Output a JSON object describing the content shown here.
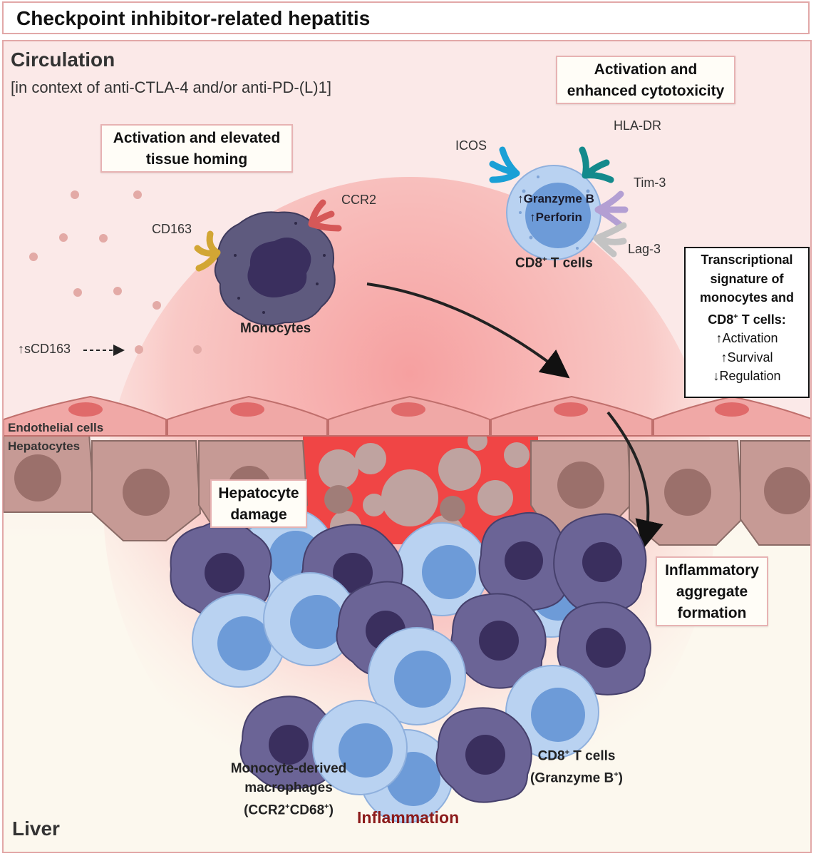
{
  "title": "Checkpoint inhibitor-related hepatitis",
  "circulation": {
    "heading": "Circulation",
    "context": "[in context of anti-CTLA-4 and/or anti-PD-(L)1]"
  },
  "boxes": {
    "tissue_homing": [
      "Activation and elevated",
      "tissue homing"
    ],
    "cytotoxicity": [
      "Activation and",
      "enhanced cytotoxicity"
    ],
    "hepatocyte_damage": [
      "Hepatocyte",
      "damage"
    ],
    "aggregate": [
      "Inflammatory",
      "aggregate",
      "formation"
    ]
  },
  "monocyte": {
    "label": "Monocytes",
    "markers": {
      "cd163": "CD163",
      "ccr2": "CCR2"
    },
    "scd163": "↑sCD163"
  },
  "tcell": {
    "label_main": "CD8",
    "label_sup": "+",
    "label_rest": " T cells",
    "inside": [
      "↑Granzyme B",
      "↑Perforin"
    ],
    "markers": {
      "icos": "ICOS",
      "hla_dr": "HLA-DR",
      "tim3": "Tim-3",
      "lag3": "Lag-3"
    }
  },
  "signature": {
    "title_lines": [
      "Transcriptional",
      "signature of",
      "monocytes and"
    ],
    "title_last_main": "CD8",
    "title_last_sup": "+",
    "title_last_rest": " T cells:",
    "items": [
      "↑Activation",
      "↑Survival",
      "↓Regulation"
    ]
  },
  "tissue": {
    "endothelial": "Endothelial cells",
    "hepatocytes": "Hepatocytes"
  },
  "liver": {
    "heading": "Liver",
    "inflammation": "Inflammation",
    "macrophages": [
      "Monocyte-derived",
      "macrophages"
    ],
    "macrophage_marker": {
      "p1": "(CCR2",
      "s1": "+",
      "p2": "CD68",
      "s2": "+",
      "p3": ")"
    },
    "cd8_label": {
      "main": "CD8",
      "sup": "+",
      "rest": " T cells"
    },
    "granzyme": {
      "p1": "(Granzyme B",
      "s1": "+",
      "p2": ")"
    }
  },
  "colors": {
    "monocyte": "#5e5a7e",
    "macrophage": "#6b6496",
    "tcell_outer": "#b9d2f1",
    "tcell_nucleus": "#6d9bd8",
    "endothelium": "#f0a8a6",
    "hepatocyte": "#c69a95",
    "blood": "#f04040",
    "inflammation_label": "#8b1a1a"
  }
}
